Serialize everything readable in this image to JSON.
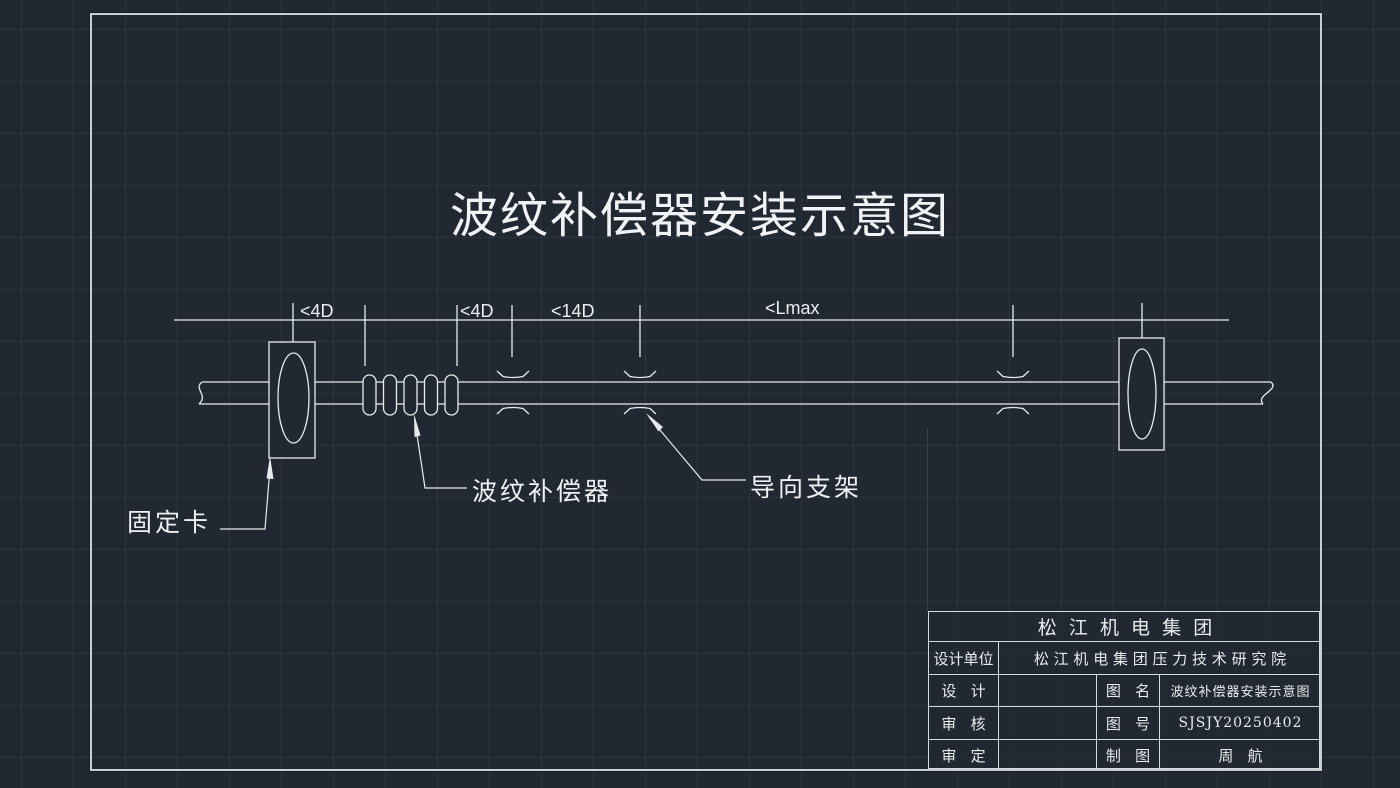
{
  "drawing_title": "波纹补偿器安装示意图",
  "dimension_labels": {
    "segment1": "<4D",
    "segment2": "<4D",
    "segment3": "<14D",
    "segment4": "<Lmax"
  },
  "callouts": {
    "fixed_clamp": "固定卡",
    "compensator": "波纹补偿器",
    "guide_bracket": "导向支架"
  },
  "title_block": {
    "company": "松  江  机  电  集  团",
    "design_unit_label": "设计单位",
    "design_unit_value": "松 江 机 电 集 团 压 力 技 术 研 究 院",
    "designer_label": "设   计",
    "designer_value": "",
    "checker_label": "审   核",
    "checker_value": "",
    "approver_label": "审   定",
    "approver_value": "",
    "drawing_name_label": "图   名",
    "drawing_name_value": "波纹补偿器安装示意图",
    "drawing_no_label": "图   号",
    "drawing_no_value": "SJSJY20250402",
    "drafter_label": "制   图",
    "drafter_value": "周   航"
  },
  "colors": {
    "background": "#222831",
    "line": "#e8ebee",
    "frame_border": "#c9ced5",
    "grid": "#2b323c"
  }
}
